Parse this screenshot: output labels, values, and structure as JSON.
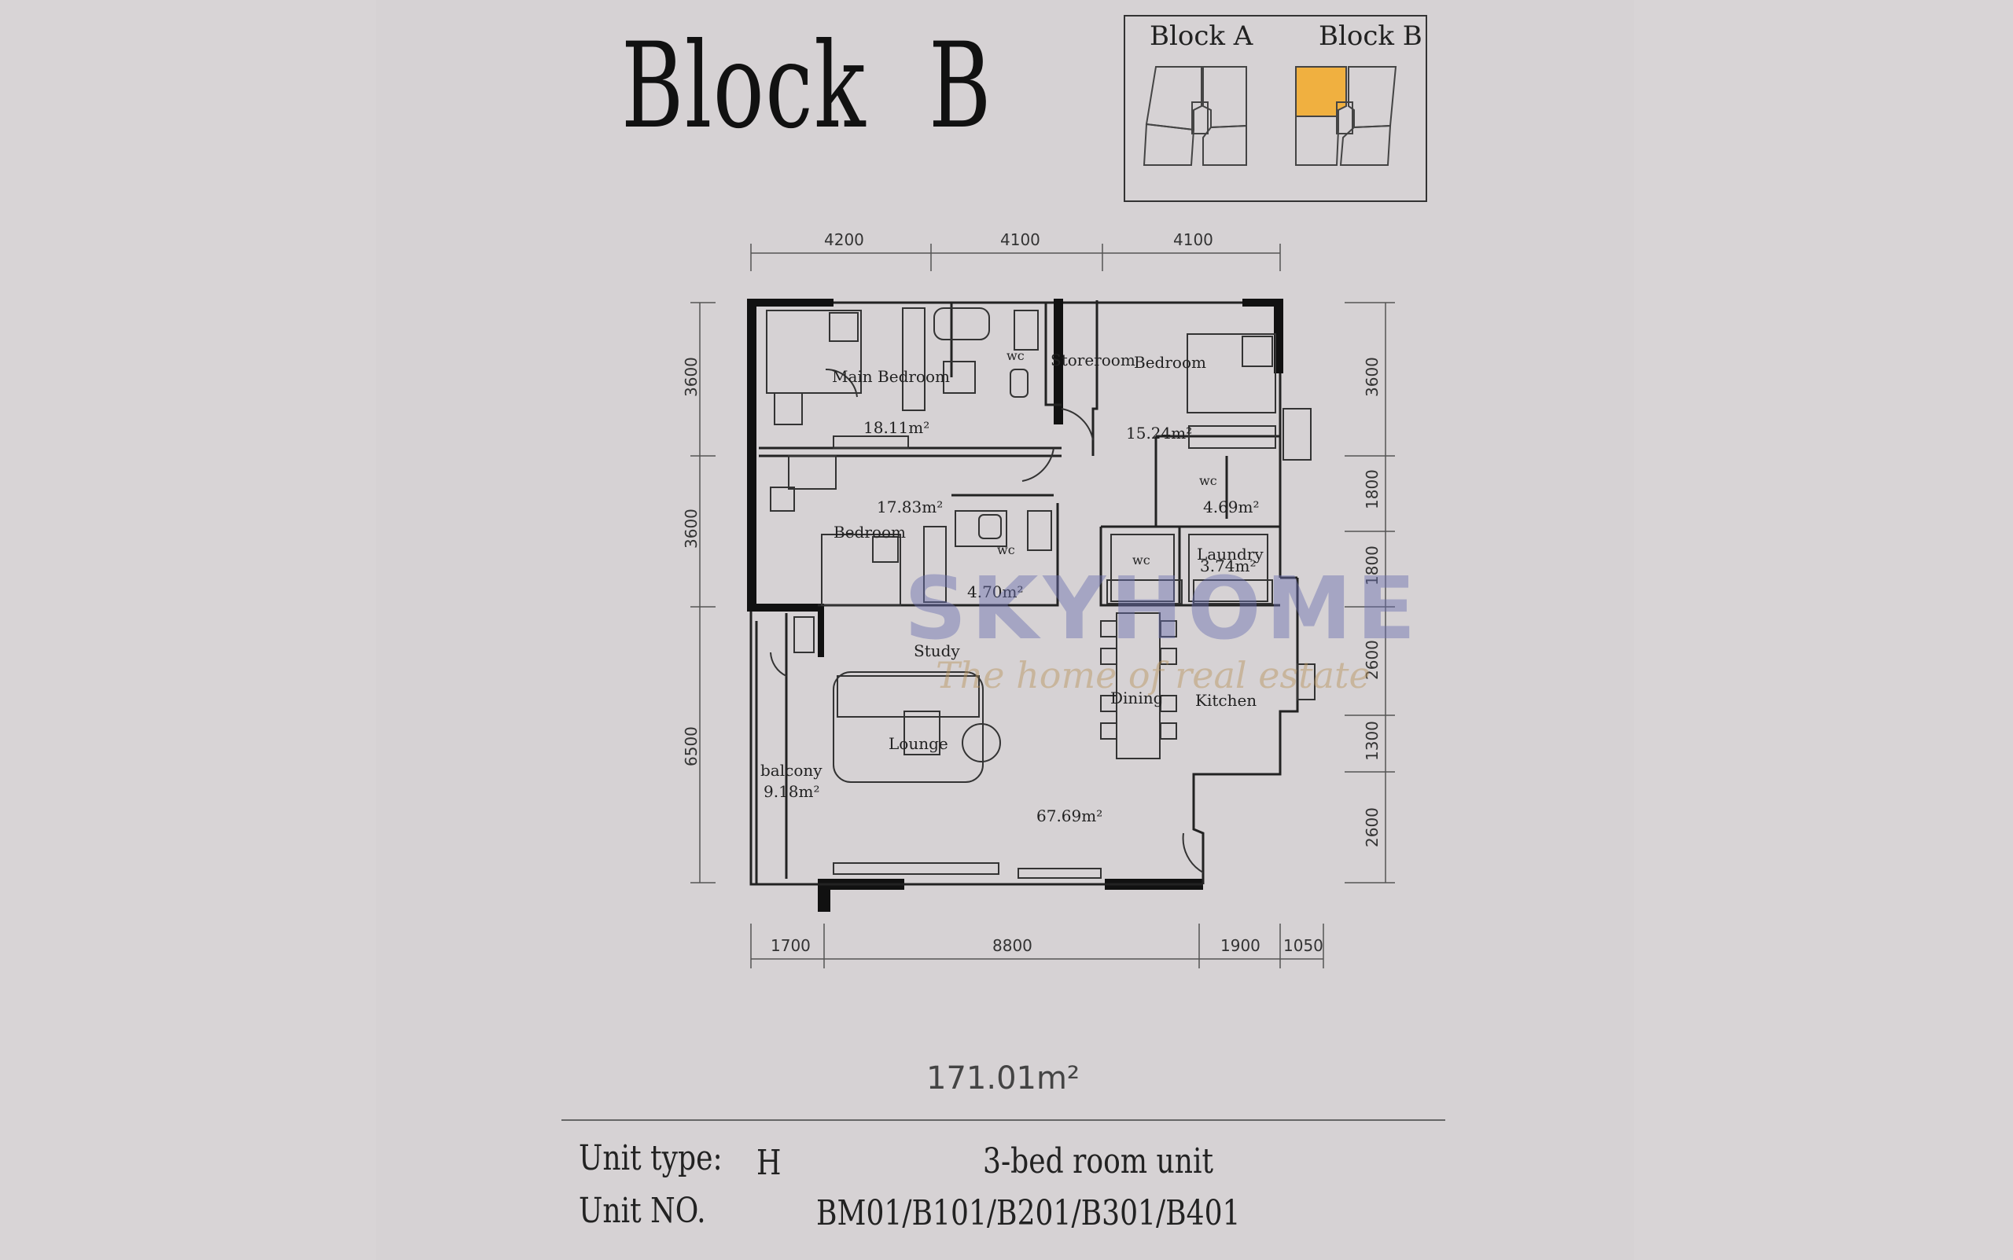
{
  "title": "Block B",
  "key_plan": {
    "block_a_label": "Block A",
    "block_b_label": "Block B",
    "highlight_color": "#f0b040"
  },
  "dimensions": {
    "top": [
      "4200",
      "4100",
      "4100"
    ],
    "bottom": [
      "1700",
      "8800",
      "1900",
      "1050"
    ],
    "left": [
      "3600",
      "3600",
      "6500"
    ],
    "right": [
      "3600",
      "1800",
      "1800",
      "2600",
      "1300",
      "2600"
    ]
  },
  "rooms": {
    "main_bedroom": "Main Bedroom",
    "main_bedroom_area": "18.11m²",
    "wc1": "wc",
    "storeroom": "Storeroom",
    "bedroom_ne": "Bedroom",
    "bedroom_ne_area": "15.24m²",
    "wc2": "wc",
    "wc2_area": "4.69m²",
    "bedroom_w_area": "17.83m²",
    "bedroom_w": "Bedroom",
    "wc3": "wc",
    "wc3_area": "4.70m²",
    "wc4": "wc",
    "laundry": "Laundry",
    "laundry_area": "3.74m²",
    "study": "Study",
    "dining": "Dining",
    "kitchen": "Kitchen",
    "lounge": "Lounge",
    "balcony": "balcony",
    "balcony_area": "9.18m²",
    "living_area": "67.69m²"
  },
  "total_area": "171.01m²",
  "watermark": {
    "brand": "SKYHOME",
    "tagline": "The home of real estate"
  },
  "footer": {
    "unit_type_label": "Unit type:",
    "unit_type_value": "H",
    "bed_label": "3-bed room unit",
    "unit_no_label": "Unit NO.",
    "unit_no_value": "BM01/B101/B201/B301/B401"
  }
}
